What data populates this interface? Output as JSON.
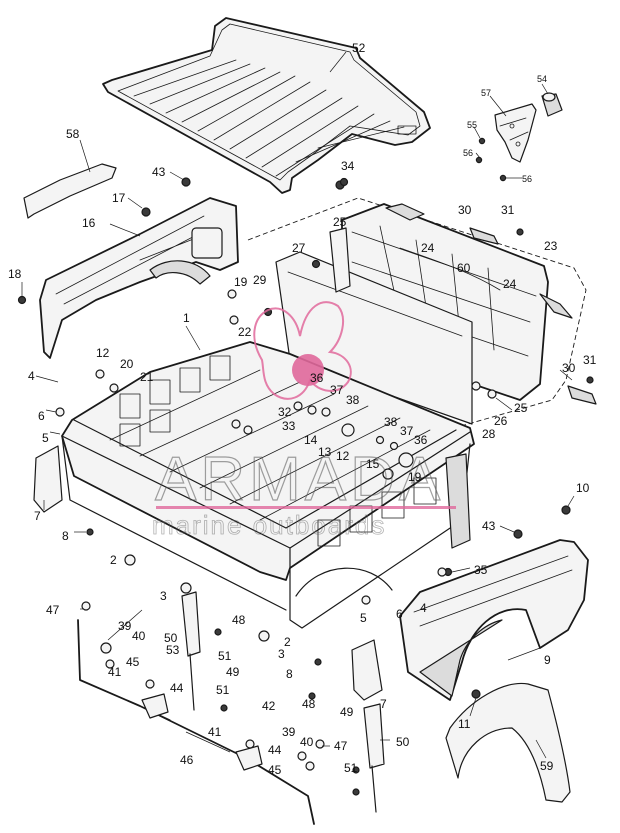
{
  "watermark": {
    "brand": "ARMADA",
    "tagline": "marine outboards",
    "accent_color": "#e0689b"
  },
  "callouts": [
    {
      "id": "c52",
      "text": "52"
    },
    {
      "id": "c54",
      "text": "54"
    },
    {
      "id": "c57",
      "text": "57"
    },
    {
      "id": "c55",
      "text": "55"
    },
    {
      "id": "c56a",
      "text": "56"
    },
    {
      "id": "c56b",
      "text": "56"
    },
    {
      "id": "c58",
      "text": "58"
    },
    {
      "id": "c43a",
      "text": "43"
    },
    {
      "id": "c34",
      "text": "34"
    },
    {
      "id": "c17",
      "text": "17"
    },
    {
      "id": "c16",
      "text": "16"
    },
    {
      "id": "c30a",
      "text": "30"
    },
    {
      "id": "c31a",
      "text": "31"
    },
    {
      "id": "c25a",
      "text": "25"
    },
    {
      "id": "c24a",
      "text": "24"
    },
    {
      "id": "c23",
      "text": "23"
    },
    {
      "id": "c27",
      "text": "27"
    },
    {
      "id": "c60",
      "text": "60"
    },
    {
      "id": "c24b",
      "text": "24"
    },
    {
      "id": "c18",
      "text": "18"
    },
    {
      "id": "c19a",
      "text": "19"
    },
    {
      "id": "c29",
      "text": "29"
    },
    {
      "id": "c22",
      "text": "22"
    },
    {
      "id": "c1",
      "text": "1"
    },
    {
      "id": "c12a",
      "text": "12"
    },
    {
      "id": "c20",
      "text": "20"
    },
    {
      "id": "c21",
      "text": "21"
    },
    {
      "id": "c4a",
      "text": "4"
    },
    {
      "id": "c6a",
      "text": "6"
    },
    {
      "id": "c5a",
      "text": "5"
    },
    {
      "id": "c36a",
      "text": "36"
    },
    {
      "id": "c37a",
      "text": "37"
    },
    {
      "id": "c38a",
      "text": "38"
    },
    {
      "id": "c31b",
      "text": "31"
    },
    {
      "id": "c30b",
      "text": "30"
    },
    {
      "id": "c25b",
      "text": "25"
    },
    {
      "id": "c26",
      "text": "26"
    },
    {
      "id": "c32",
      "text": "32"
    },
    {
      "id": "c33",
      "text": "33"
    },
    {
      "id": "c14",
      "text": "14"
    },
    {
      "id": "c13",
      "text": "13"
    },
    {
      "id": "c12b",
      "text": "12"
    },
    {
      "id": "c38b",
      "text": "38"
    },
    {
      "id": "c37b",
      "text": "37"
    },
    {
      "id": "c36b",
      "text": "36"
    },
    {
      "id": "c28",
      "text": "28"
    },
    {
      "id": "c15",
      "text": "15"
    },
    {
      "id": "c19b",
      "text": "19"
    },
    {
      "id": "c7a",
      "text": "7"
    },
    {
      "id": "c10",
      "text": "10"
    },
    {
      "id": "c8a",
      "text": "8"
    },
    {
      "id": "c43b",
      "text": "43"
    },
    {
      "id": "c2a",
      "text": "2"
    },
    {
      "id": "c35",
      "text": "35"
    },
    {
      "id": "c3a",
      "text": "3"
    },
    {
      "id": "c47a",
      "text": "47"
    },
    {
      "id": "c48a",
      "text": "48"
    },
    {
      "id": "c5b",
      "text": "5"
    },
    {
      "id": "c6b",
      "text": "6"
    },
    {
      "id": "c4b",
      "text": "4"
    },
    {
      "id": "c39a",
      "text": "39"
    },
    {
      "id": "c40a",
      "text": "40"
    },
    {
      "id": "c50a",
      "text": "50"
    },
    {
      "id": "c2b",
      "text": "2"
    },
    {
      "id": "c53",
      "text": "53"
    },
    {
      "id": "c3b",
      "text": "3"
    },
    {
      "id": "c9",
      "text": "9"
    },
    {
      "id": "c45a",
      "text": "45"
    },
    {
      "id": "c51a",
      "text": "51"
    },
    {
      "id": "c49a",
      "text": "49"
    },
    {
      "id": "c8b",
      "text": "8"
    },
    {
      "id": "c7b",
      "text": "7"
    },
    {
      "id": "c41a",
      "text": "41"
    },
    {
      "id": "c44a",
      "text": "44"
    },
    {
      "id": "c51b",
      "text": "51"
    },
    {
      "id": "c48b",
      "text": "48"
    },
    {
      "id": "c49b",
      "text": "49"
    },
    {
      "id": "c11",
      "text": "11"
    },
    {
      "id": "c42",
      "text": "42"
    },
    {
      "id": "c41b",
      "text": "41"
    },
    {
      "id": "c44b",
      "text": "44"
    },
    {
      "id": "c39b",
      "text": "39"
    },
    {
      "id": "c40b",
      "text": "40"
    },
    {
      "id": "c47b",
      "text": "47"
    },
    {
      "id": "c50b",
      "text": "50"
    },
    {
      "id": "c46",
      "text": "46"
    },
    {
      "id": "c45b",
      "text": "45"
    },
    {
      "id": "c51c",
      "text": "51"
    },
    {
      "id": "c59",
      "text": "59"
    }
  ]
}
